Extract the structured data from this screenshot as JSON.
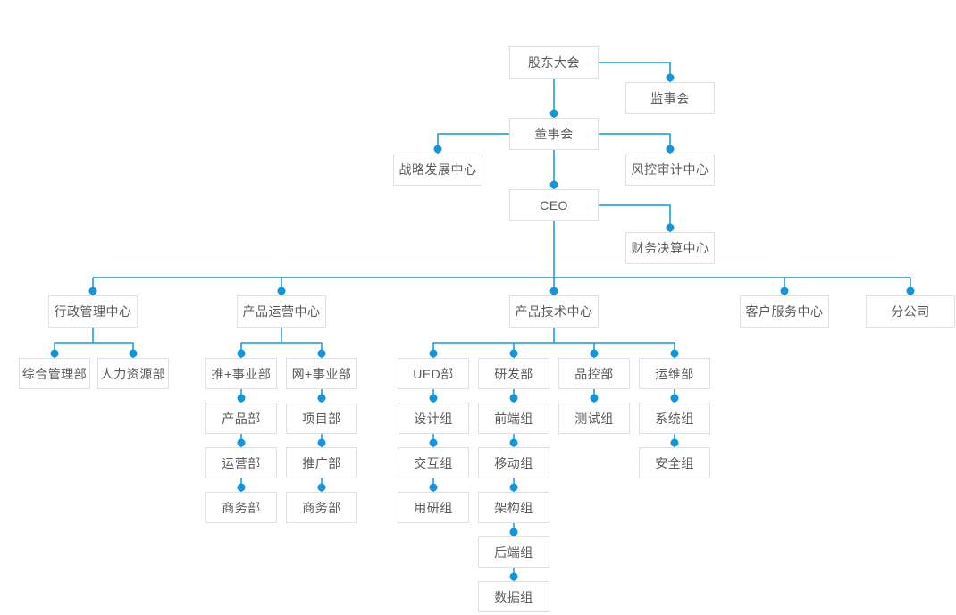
{
  "org": {
    "nodes": {
      "shareholders": "股东大会",
      "supervisory": "监事会",
      "board": "董事会",
      "strategy": "战略发展中心",
      "risk": "风控审计中心",
      "ceo": "CEO",
      "finance": "财务决算中心",
      "admin_center": "行政管理中心",
      "ops_center": "产品运营中心",
      "tech_center": "产品技术中心",
      "service_center": "客户服务中心",
      "branch": "分公司",
      "general_mgmt": "综合管理部",
      "hr": "人力资源部",
      "tui_division": "推+事业部",
      "wang_division": "网+事业部",
      "product_dept": "产品部",
      "project_dept": "项目部",
      "operation_dept": "运营部",
      "promotion_dept": "推广部",
      "business_dept_1": "商务部",
      "business_dept_2": "商务部",
      "ued_dept": "UED部",
      "rd_dept": "研发部",
      "qc_dept": "品控部",
      "om_dept": "运维部",
      "design_group": "设计组",
      "frontend_group": "前端组",
      "test_group": "测试组",
      "system_group": "系统组",
      "interaction_group": "交互组",
      "mobile_group": "移动组",
      "security_group": "安全组",
      "research_group": "用研组",
      "arch_group": "架构组",
      "backend_group": "后端组",
      "data_group": "数据组"
    },
    "edges": [
      [
        "shareholders",
        "supervisory"
      ],
      [
        "shareholders",
        "board"
      ],
      [
        "board",
        "strategy"
      ],
      [
        "board",
        "risk"
      ],
      [
        "board",
        "ceo"
      ],
      [
        "ceo",
        "finance"
      ],
      [
        "ceo",
        "admin_center"
      ],
      [
        "ceo",
        "ops_center"
      ],
      [
        "ceo",
        "tech_center"
      ],
      [
        "ceo",
        "service_center"
      ],
      [
        "ceo",
        "branch"
      ],
      [
        "admin_center",
        "general_mgmt"
      ],
      [
        "admin_center",
        "hr"
      ],
      [
        "ops_center",
        "tui_division"
      ],
      [
        "ops_center",
        "wang_division"
      ],
      [
        "tui_division",
        "product_dept"
      ],
      [
        "product_dept",
        "operation_dept"
      ],
      [
        "operation_dept",
        "business_dept_1"
      ],
      [
        "wang_division",
        "project_dept"
      ],
      [
        "project_dept",
        "promotion_dept"
      ],
      [
        "promotion_dept",
        "business_dept_2"
      ],
      [
        "tech_center",
        "ued_dept"
      ],
      [
        "tech_center",
        "rd_dept"
      ],
      [
        "tech_center",
        "qc_dept"
      ],
      [
        "tech_center",
        "om_dept"
      ],
      [
        "ued_dept",
        "design_group"
      ],
      [
        "design_group",
        "interaction_group"
      ],
      [
        "interaction_group",
        "research_group"
      ],
      [
        "rd_dept",
        "frontend_group"
      ],
      [
        "frontend_group",
        "mobile_group"
      ],
      [
        "mobile_group",
        "arch_group"
      ],
      [
        "arch_group",
        "backend_group"
      ],
      [
        "backend_group",
        "data_group"
      ],
      [
        "qc_dept",
        "test_group"
      ],
      [
        "om_dept",
        "system_group"
      ],
      [
        "system_group",
        "security_group"
      ]
    ],
    "colors": {
      "connector": "#1296db",
      "box_border": "#e0e0e0",
      "box_bg": "#ffffff",
      "box_text": "#595959",
      "page_bg": "#ffffff"
    }
  }
}
